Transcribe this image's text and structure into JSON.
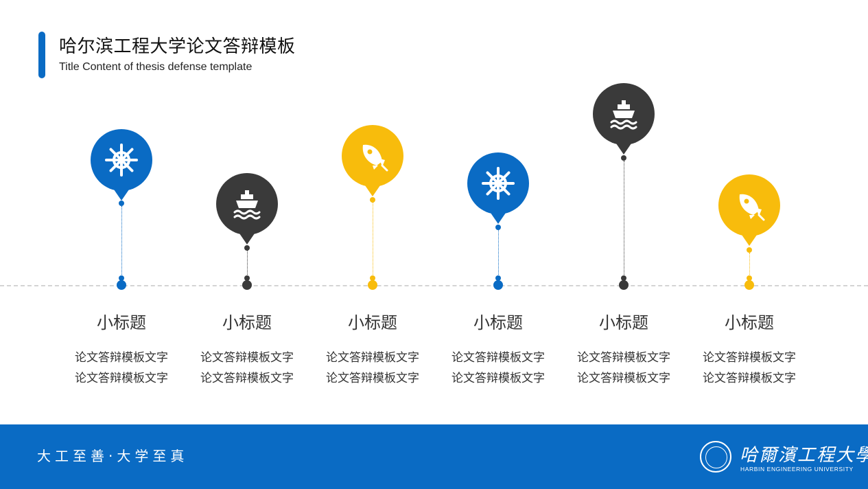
{
  "header": {
    "title": "哈尔滨工程大学论文答辩模板",
    "subtitle": "Title Content of thesis defense template"
  },
  "colors": {
    "blue": "#0A6BC4",
    "dark": "#3A3A3A",
    "yellow": "#F8BC0C",
    "footer": "#0A6BC4"
  },
  "items": [
    {
      "icon": "ship-wheel-icon",
      "color": "blue",
      "label": "小标题",
      "desc1": "论文答辩模板文字",
      "desc2": "论文答辩模板文字"
    },
    {
      "icon": "ship-icon",
      "color": "dark",
      "label": "小标题",
      "desc1": "论文答辩模板文字",
      "desc2": "论文答辩模板文字"
    },
    {
      "icon": "rocket-icon",
      "color": "yellow",
      "label": "小标题",
      "desc1": "论文答辩模板文字",
      "desc2": "论文答辩模板文字"
    },
    {
      "icon": "ship-wheel-icon",
      "color": "blue",
      "label": "小标题",
      "desc1": "论文答辩模板文字",
      "desc2": "论文答辩模板文字"
    },
    {
      "icon": "ship-icon",
      "color": "dark",
      "label": "小标题",
      "desc1": "论文答辩模板文字",
      "desc2": "论文答辩模板文字"
    },
    {
      "icon": "rocket-icon",
      "color": "yellow",
      "label": "小标题",
      "desc1": "论文答辩模板文字",
      "desc2": "论文答辩模板文字"
    }
  ],
  "footer": {
    "motto": "大工至善·大学至真",
    "logo_cn": "哈爾濱工程大學",
    "logo_en": "HARBIN ENGINEERING UNIVERSITY"
  }
}
